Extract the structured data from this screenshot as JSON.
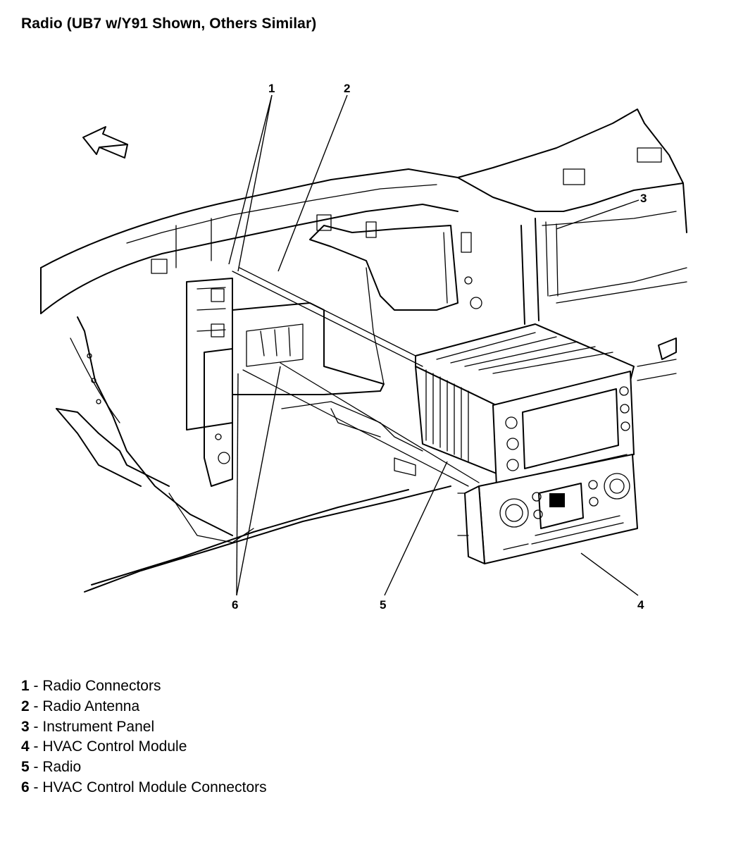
{
  "title": "Radio (UB7 w/Y91 Shown, Others Similar)",
  "callouts": [
    {
      "number": "1"
    },
    {
      "number": "2"
    },
    {
      "number": "3"
    },
    {
      "number": "4"
    },
    {
      "number": "5"
    },
    {
      "number": "6"
    }
  ],
  "legend": [
    {
      "number": "1",
      "separator": " - ",
      "label": "Radio Connectors"
    },
    {
      "number": "2",
      "separator": " - ",
      "label": "Radio Antenna"
    },
    {
      "number": "3",
      "separator": " - ",
      "label": "Instrument Panel"
    },
    {
      "number": "4",
      "separator": " - ",
      "label": "HVAC Control Module"
    },
    {
      "number": "5",
      "separator": " - ",
      "label": "Radio"
    },
    {
      "number": "6",
      "separator": " - ",
      "label": "HVAC Control Module Connectors"
    }
  ],
  "icons": {
    "direction_arrow": "front-of-vehicle-arrow-icon"
  },
  "colors": {
    "line": "#000000",
    "background": "#ffffff"
  }
}
